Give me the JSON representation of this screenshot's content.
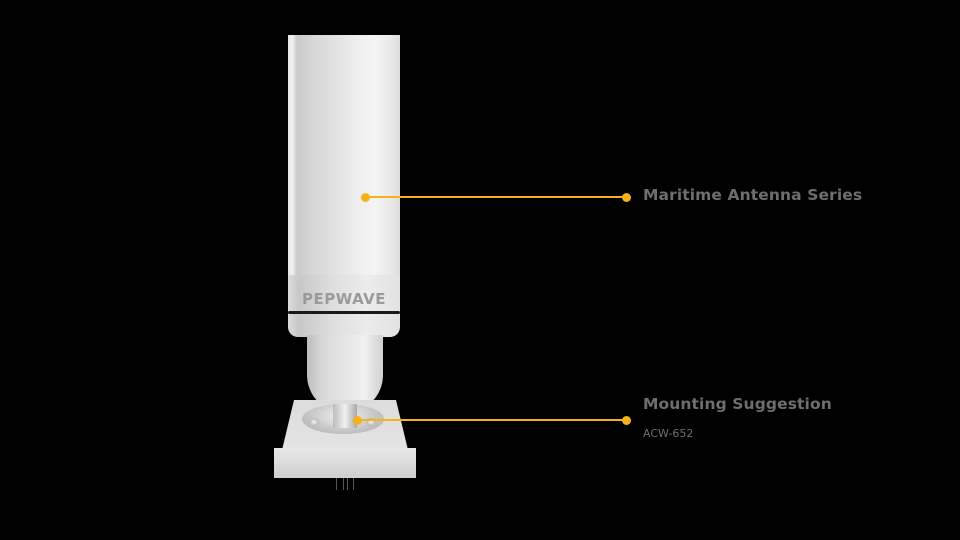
{
  "product": {
    "brand_text": "PEPWAVE"
  },
  "callouts": [
    {
      "title": "Maritime Antenna Series",
      "subtitle": null
    },
    {
      "title": "Mounting Suggestion",
      "subtitle": "ACW-652"
    }
  ],
  "colors": {
    "background": "#000000",
    "accent": "#f6b21b",
    "label_text": "#6e6e6e"
  }
}
